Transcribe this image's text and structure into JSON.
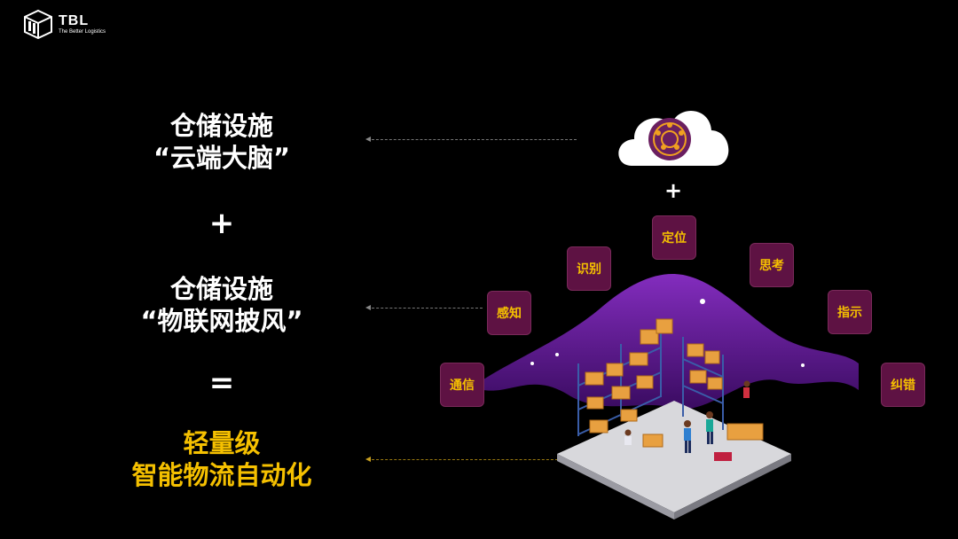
{
  "logo": {
    "title": "TBL",
    "subtitle": "The Better Logistics"
  },
  "left": {
    "line1a": "仓储设施",
    "line1b": "“云端大脑”",
    "plus": "+",
    "line2a": "仓储设施",
    "line2b": "“物联网披风”",
    "equals": "=",
    "result_a": "轻量级",
    "result_b": "智能物流自动化"
  },
  "right": {
    "plus": "+",
    "tags": [
      "通信",
      "感知",
      "识别",
      "定位",
      "思考",
      "指示",
      "纠错"
    ]
  },
  "colors": {
    "background": "#000000",
    "accent_gold": "#f5c000",
    "tag_bg": "#5e1243",
    "cloak_purple": "#6a1fa0"
  },
  "icons": [
    "tbl-logo-icon",
    "cloud-brain-icon",
    "warehouse-illustration"
  ]
}
